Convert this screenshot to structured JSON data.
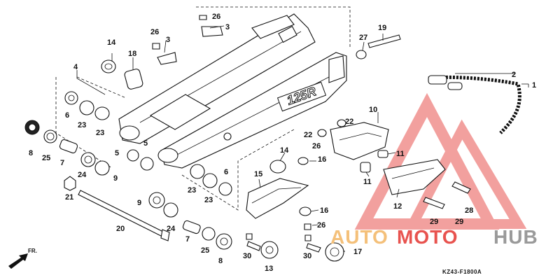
{
  "diagram": {
    "code": "KZ43-F1800A",
    "emblem_text": "125R",
    "direction_label": "FR.",
    "callouts": {
      "c1": "1",
      "c2": "2",
      "c3a": "3",
      "c3b": "3",
      "c4": "4",
      "c5a": "5",
      "c5b": "5",
      "c6a": "6",
      "c6b": "6",
      "c7a": "7",
      "c7b": "7",
      "c8a": "8",
      "c8b": "8",
      "c9a": "9",
      "c9b": "9",
      "c10": "10",
      "c11a": "11",
      "c11b": "11",
      "c12": "12",
      "c13": "13",
      "c14a": "14",
      "c14b": "14",
      "c15": "15",
      "c16a": "16",
      "c16b": "16",
      "c17": "17",
      "c18": "18",
      "c19": "19",
      "c20": "20",
      "c21": "21",
      "c22a": "22",
      "c22b": "22",
      "c23a": "23",
      "c23b": "23",
      "c23c": "23",
      "c23d": "23",
      "c24a": "24",
      "c24b": "24",
      "c25a": "25",
      "c25b": "25",
      "c26a": "26",
      "c26b": "26",
      "c26c": "26",
      "c26d": "26",
      "c27": "27",
      "c28": "28",
      "c29a": "29",
      "c29b": "29",
      "c30a": "30",
      "c30b": "30"
    }
  },
  "watermark": {
    "part1": "AUTO",
    "part2": "MOTO",
    "part3": "HUB",
    "color_light": "#f4c07a",
    "color_red": "#e8534f",
    "color_gray": "#9a9a9a"
  }
}
